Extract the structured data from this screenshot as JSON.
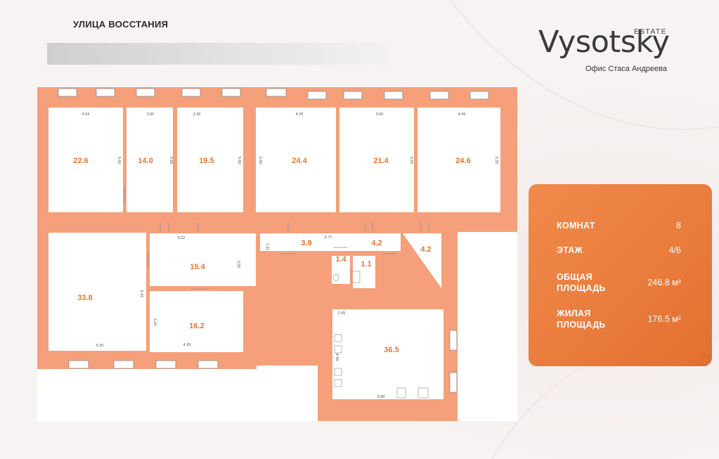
{
  "street": "УЛИЦА ВОССТАНИЯ",
  "logo": {
    "main": "Vysotsky",
    "sup": "ESTATE",
    "sub": "Офис Стаса Андреева"
  },
  "rooms": [
    {
      "area": "22.6",
      "top_dim": "4.04",
      "side_dim": "5.60"
    },
    {
      "area": "14.0",
      "top_dim": "2.50",
      "side_dim": "5.60"
    },
    {
      "area": "19.5",
      "top_dim": "3.43",
      "side_dim": "5.60"
    },
    {
      "area": "24.4",
      "top_dim": "4.29",
      "side_dim": "5.60"
    },
    {
      "area": "21.4",
      "top_dim": "3.66",
      "side_dim": "5.55"
    },
    {
      "area": "24.6",
      "top_dim": "4.43",
      "side_dim": "5.55"
    },
    {
      "area": "33.8",
      "bottom_dim": "5.20",
      "side_dim": "6.41"
    },
    {
      "area": "15.4",
      "top_dim": "5.02",
      "side_dim": "3.05"
    },
    {
      "area": "16.2",
      "bottom_dim": "4.99",
      "side_dim": "3.24"
    },
    {
      "area": "3.9",
      "side_dim": "1.31",
      "extra_dim": "6.71"
    },
    {
      "area": "4.2"
    },
    {
      "area": "4.2"
    },
    {
      "area": "1.4"
    },
    {
      "area": "1.1"
    },
    {
      "area": "36.5",
      "top_dim": "2.65",
      "side_dim": "4.99",
      "bottom_dim": "5.84"
    }
  ],
  "summary": [
    {
      "label": "КОМНАТ",
      "value": "8"
    },
    {
      "label": "ЭТАЖ",
      "value": "4/6"
    },
    {
      "label": "ОБЩАЯ ПЛОЩАДЬ",
      "value": "246.8 м²"
    },
    {
      "label": "ЖИЛАЯ ПЛОЩАДЬ",
      "value": "176.5 м²"
    }
  ],
  "colors": {
    "wall": "#f5a07a",
    "room": "#ffffff",
    "accent": "#e8742d",
    "panel": "#ec7d3d"
  }
}
